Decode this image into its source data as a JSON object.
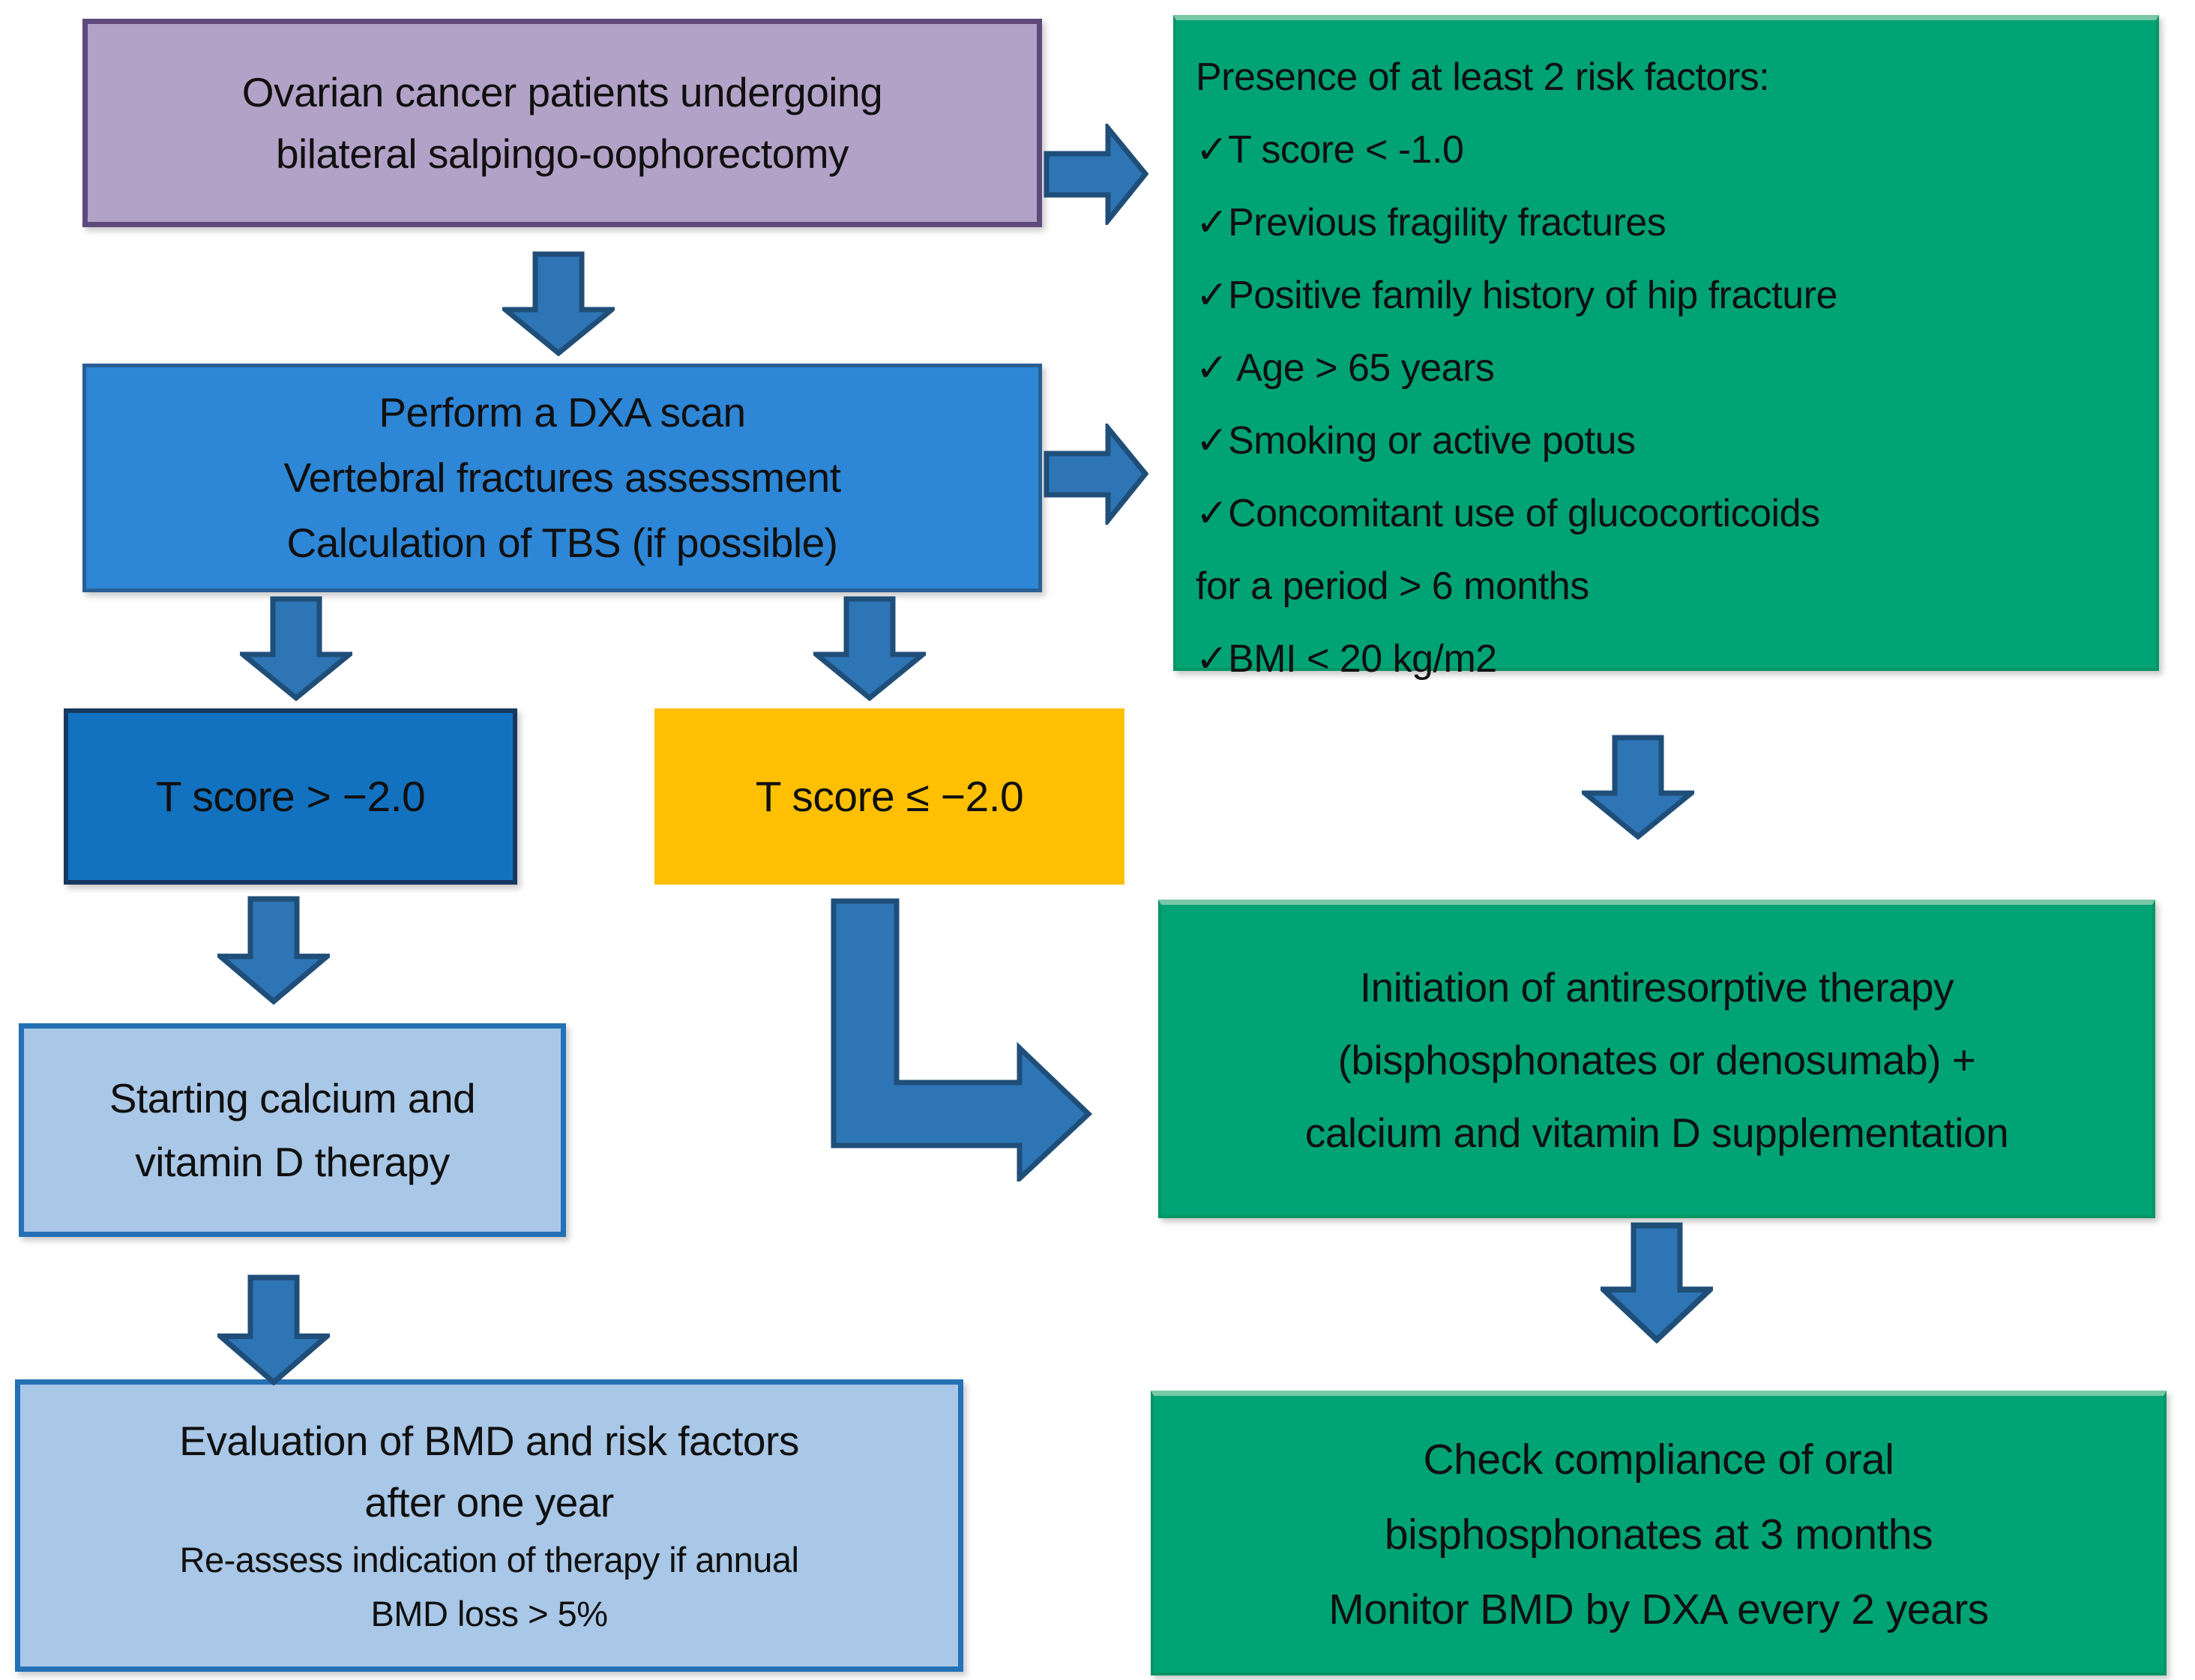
{
  "colors": {
    "purple_fill": "#b3a2c7",
    "purple_border": "#5f497b",
    "green_fill": "#00a374",
    "green_border": "#079566",
    "green_top": "#79c8a6",
    "dxa_fill": "#2e86d6",
    "dxa_border": "#275f94",
    "darkblue_fill": "#1272bf",
    "darkblue_border": "#16375f",
    "yellow_fill": "#ffc003",
    "lightblue_fill": "#a9c7e6",
    "lightblue_border": "#2471b5",
    "arrow_fill": "#2e75b6",
    "arrow_border": "#1f4e79",
    "text": "#101010"
  },
  "boxes": {
    "patients": {
      "lines": [
        "Ovarian cancer patients undergoing",
        "bilateral salpingo-oophorectomy"
      ]
    },
    "risk_factors": {
      "title": "Presence of at least 2 risk factors:",
      "items": [
        {
          "check": "✓",
          "text": "T score < -1.0"
        },
        {
          "check": "✓",
          "text": "Previous fragility fractures"
        },
        {
          "check": "✓",
          "text": "Positive family history of hip fracture"
        },
        {
          "check": "✓ ",
          "text": "Age > 65 years"
        },
        {
          "check": "✓",
          "text": "Smoking or active potus"
        },
        {
          "check": "✓",
          "text": "Concomitant use of glucocorticoids"
        },
        {
          "check": "",
          "text": "for a period > 6 months"
        },
        {
          "check": "✓",
          "text": "BMI < 20 kg/m2"
        }
      ]
    },
    "dxa": {
      "lines": [
        "Perform a DXA scan",
        "Vertebral fractures assessment",
        "Calculation of TBS (if possible)"
      ]
    },
    "tscore_high": {
      "label": "T score > −2.0"
    },
    "tscore_low": {
      "label": "T score ≤ −2.0"
    },
    "calcium": {
      "lines": [
        "Starting calcium and",
        "vitamin D therapy"
      ]
    },
    "evaluation": {
      "lines_large": [
        "Evaluation of BMD and risk factors",
        "after one year"
      ],
      "lines_small": [
        "Re-assess indication of therapy if annual",
        "BMD loss > 5%"
      ]
    },
    "initiation": {
      "lines": [
        "Initiation of antiresorptive therapy",
        "(bisphosphonates or denosumab) +",
        "calcium and vitamin D supplementation"
      ]
    },
    "compliance": {
      "lines": [
        "Check compliance of oral",
        "bisphosphonates at 3 months",
        "Monitor BMD by DXA every 2 years"
      ]
    }
  }
}
